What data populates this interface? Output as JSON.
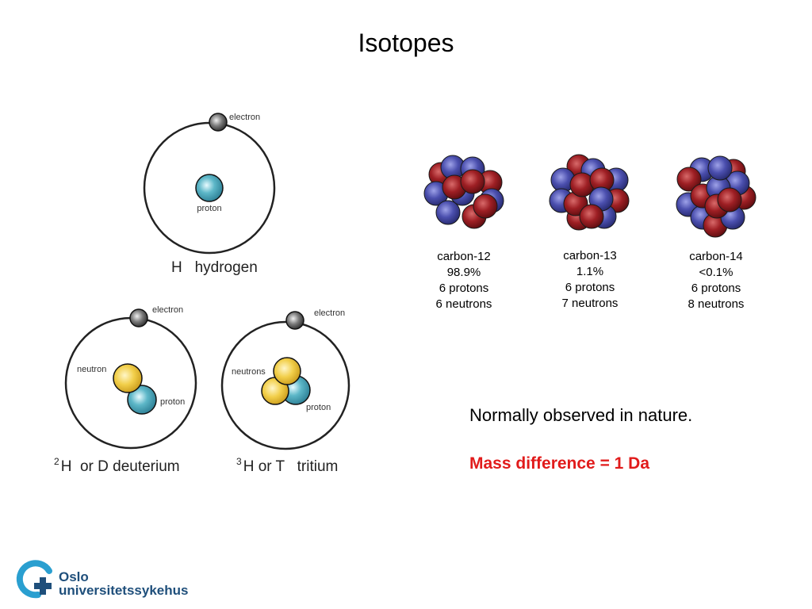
{
  "title": "Isotopes",
  "hydrogen": {
    "electron_label": "electron",
    "proton_label": "proton",
    "caption_symbol": "H",
    "caption_name": "hydrogen"
  },
  "deuterium": {
    "electron_label": "electron",
    "neutron_label": "neutron",
    "proton_label": "proton",
    "caption_mass": "2",
    "caption_text": "H  or D deuterium"
  },
  "tritium": {
    "electron_label": "electron",
    "neutron_label": "neutrons",
    "proton_label": "proton",
    "caption_mass": "3",
    "caption_text": "H or T   tritium"
  },
  "carbon_isotopes": [
    {
      "name": "carbon-12",
      "abundance": "98.9%",
      "protons": "6 protons",
      "neutrons": "6 neutrons"
    },
    {
      "name": "carbon-13",
      "abundance": "1.1%",
      "protons": "6 protons",
      "neutrons": "7 neutrons"
    },
    {
      "name": "carbon-14",
      "abundance": "<0.1%",
      "protons": "6 protons",
      "neutrons": "8 neutrons"
    }
  ],
  "note": "Normally observed in nature.",
  "mass_difference": "Mass difference = 1 Da",
  "logo": {
    "line1": "Oslo",
    "line2": "universitetssykehus"
  },
  "colors": {
    "proton_blue": "#5db7c8",
    "neutron_yellow": "#f2cf4a",
    "nucleus_red": "#9e1f24",
    "nucleus_purple": "#4b4fae",
    "accent_red": "#e11b1b",
    "logo_blue": "#1f4f7b",
    "logo_cyan": "#2a9fd0"
  }
}
